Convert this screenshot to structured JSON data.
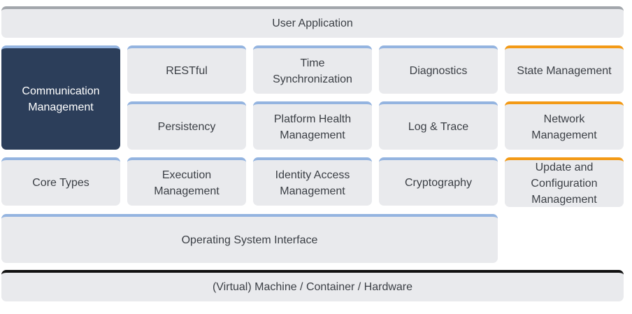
{
  "layers": {
    "user_application": "User Application",
    "operating_system_interface": "Operating System Interface",
    "hardware": "(Virtual) Machine / Container / Hardware"
  },
  "modules": {
    "communication_management": "Communication\nManagement",
    "restful": "RESTful",
    "time_synchronization": "Time Synchronization",
    "diagnostics": "Diagnostics",
    "state_management": "State Management",
    "persistency": "Persistency",
    "platform_health_management": "Platform Health\nManagement",
    "log_and_trace": "Log & Trace",
    "network_management": "Network\nManagement",
    "core_types": "Core Types",
    "execution_management": "Execution\nManagement",
    "identity_access_management": "Identity Access\nManagement",
    "cryptography": "Cryptography",
    "update_and_configuration_management": "Update and\nConfiguration\nManagement"
  },
  "colors": {
    "box_fill": "#e9eaed",
    "dark_fill": "#2c3e5a",
    "accent_blue": "#94b4e0",
    "accent_orange": "#f39a16",
    "accent_gray": "#a2a6ab",
    "accent_black": "#111111"
  }
}
